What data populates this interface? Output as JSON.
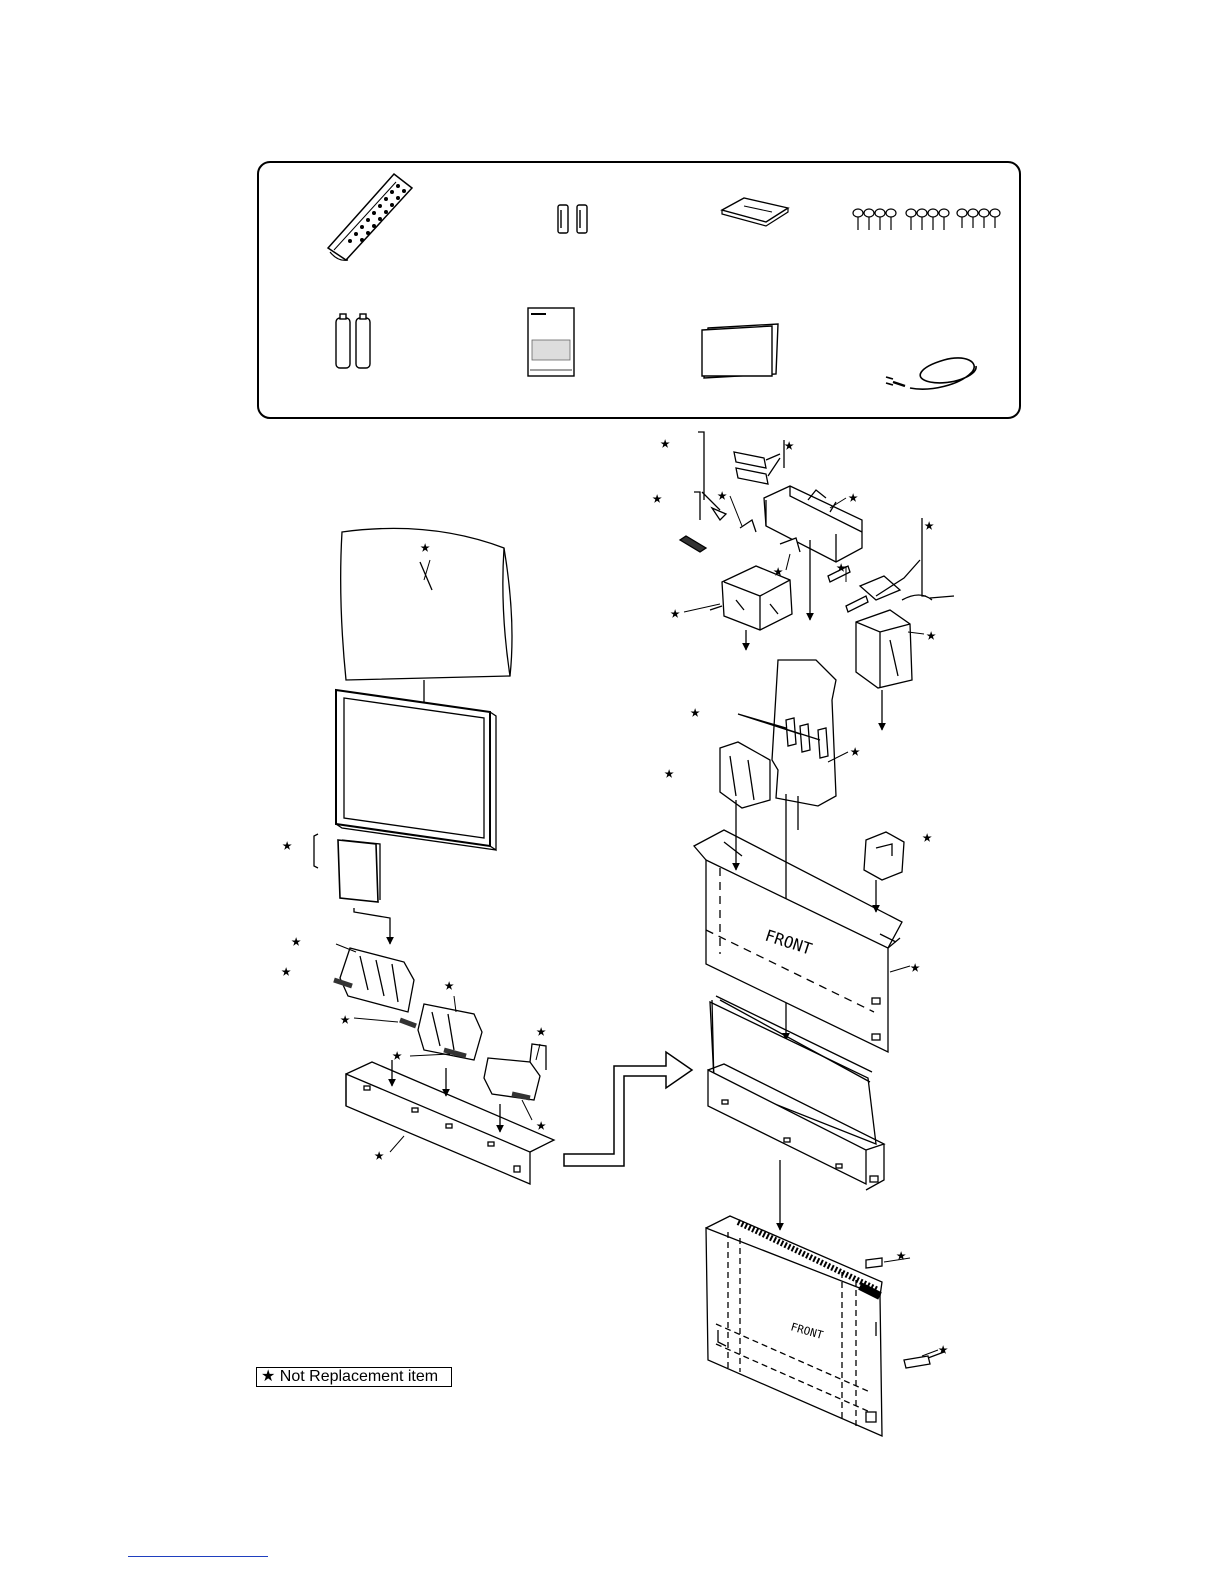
{
  "legend": {
    "symbol": "★",
    "label": "Not Replacement item"
  },
  "box_labels": {
    "upper_box_front": "FRONT",
    "lower_box_front": "FRONT"
  },
  "colors": {
    "line": "#000000",
    "background": "#ffffff",
    "footer_link": "#1f3fbf"
  }
}
